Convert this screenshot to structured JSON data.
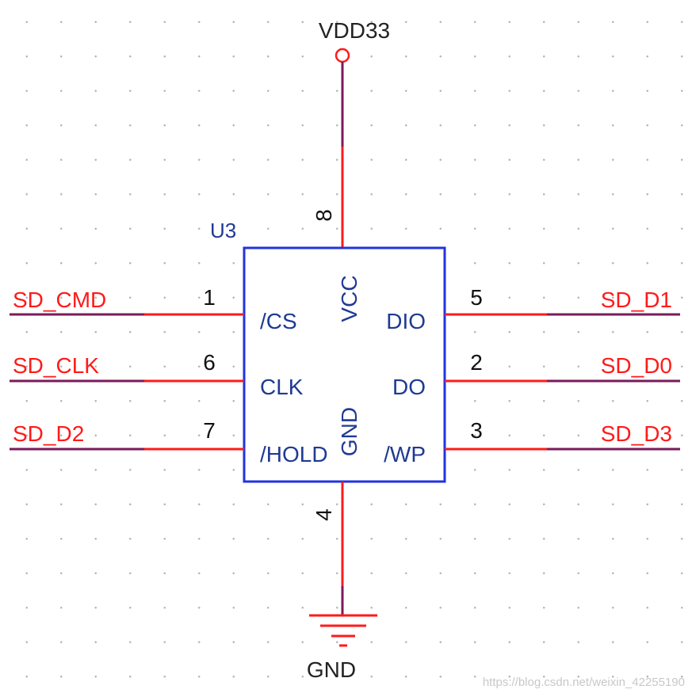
{
  "component": {
    "refdes": "U3",
    "pins": {
      "vcc": {
        "number": "8",
        "name": "VCC"
      },
      "gnd": {
        "number": "4",
        "name": "GND"
      },
      "cs": {
        "number": "1",
        "name": "/CS"
      },
      "clk": {
        "number": "6",
        "name": "CLK"
      },
      "hold": {
        "number": "7",
        "name": "/HOLD"
      },
      "dio": {
        "number": "5",
        "name": "DIO"
      },
      "do": {
        "number": "2",
        "name": "DO"
      },
      "wp": {
        "number": "3",
        "name": "/WP"
      }
    }
  },
  "nets": {
    "left": [
      "SD_CMD",
      "SD_CLK",
      "SD_D2"
    ],
    "right": [
      "SD_D1",
      "SD_D0",
      "SD_D3"
    ]
  },
  "power": {
    "vdd": "VDD33",
    "gnd": "GND"
  },
  "watermark": "https://blog.csdn.net/weixin_42255190",
  "colors": {
    "wire": "#ff1a1a",
    "net_stub": "#7a1a5a",
    "body_outline": "#2233dd",
    "pin_name": "#1f3a93",
    "net_label": "#ff1a1a"
  }
}
